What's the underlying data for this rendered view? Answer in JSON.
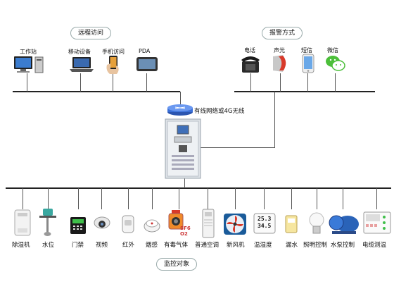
{
  "title_remote": "远程访问",
  "title_alarm": "报警方式",
  "title_monitor": "监控对象",
  "router_label": "有线网络或4G无线",
  "top_devices": [
    {
      "name": "工作站",
      "icon": "workstation-icon"
    },
    {
      "name": "移动设备",
      "icon": "laptop-icon"
    },
    {
      "name": "手机访问",
      "icon": "phone-hand-icon"
    },
    {
      "name": "PDA",
      "icon": "pda-icon"
    }
  ],
  "alarm_devices": [
    {
      "name": "电话",
      "icon": "telephone-icon"
    },
    {
      "name": "声光",
      "icon": "siren-icon"
    },
    {
      "name": "短信",
      "icon": "smartphone-icon"
    },
    {
      "name": "微信",
      "icon": "wechat-icon"
    }
  ],
  "bottom_devices": [
    {
      "name": "除湿机",
      "icon": "dehumidifier-icon"
    },
    {
      "name": "水位",
      "icon": "water-level-icon"
    },
    {
      "name": "门禁",
      "icon": "access-control-icon"
    },
    {
      "name": "视频",
      "icon": "camera-icon"
    },
    {
      "name": "红外",
      "icon": "infrared-icon"
    },
    {
      "name": "烟感",
      "icon": "smoke-detector-icon"
    },
    {
      "name": "有毒气体",
      "icon": "gas-detector-icon"
    },
    {
      "name": "普通空调",
      "icon": "air-conditioner-icon"
    },
    {
      "name": "新风机",
      "icon": "fan-icon"
    },
    {
      "name": "温湿度",
      "icon": "thermo-hygrometer-icon"
    },
    {
      "name": "漏水",
      "icon": "water-leak-icon"
    },
    {
      "name": "照明控制",
      "icon": "bulb-icon"
    },
    {
      "name": "水泵控制",
      "icon": "water-pump-icon"
    },
    {
      "name": "电缆测温",
      "icon": "cable-temp-icon"
    }
  ],
  "gas_display": "SF6 O2",
  "thermo_display": [
    "25.3",
    "34.5"
  ],
  "colors": {
    "line": "#222222",
    "cabinet": "#dfe3e8",
    "router": "#3a6fd8",
    "accent_red": "#d83a2a"
  }
}
